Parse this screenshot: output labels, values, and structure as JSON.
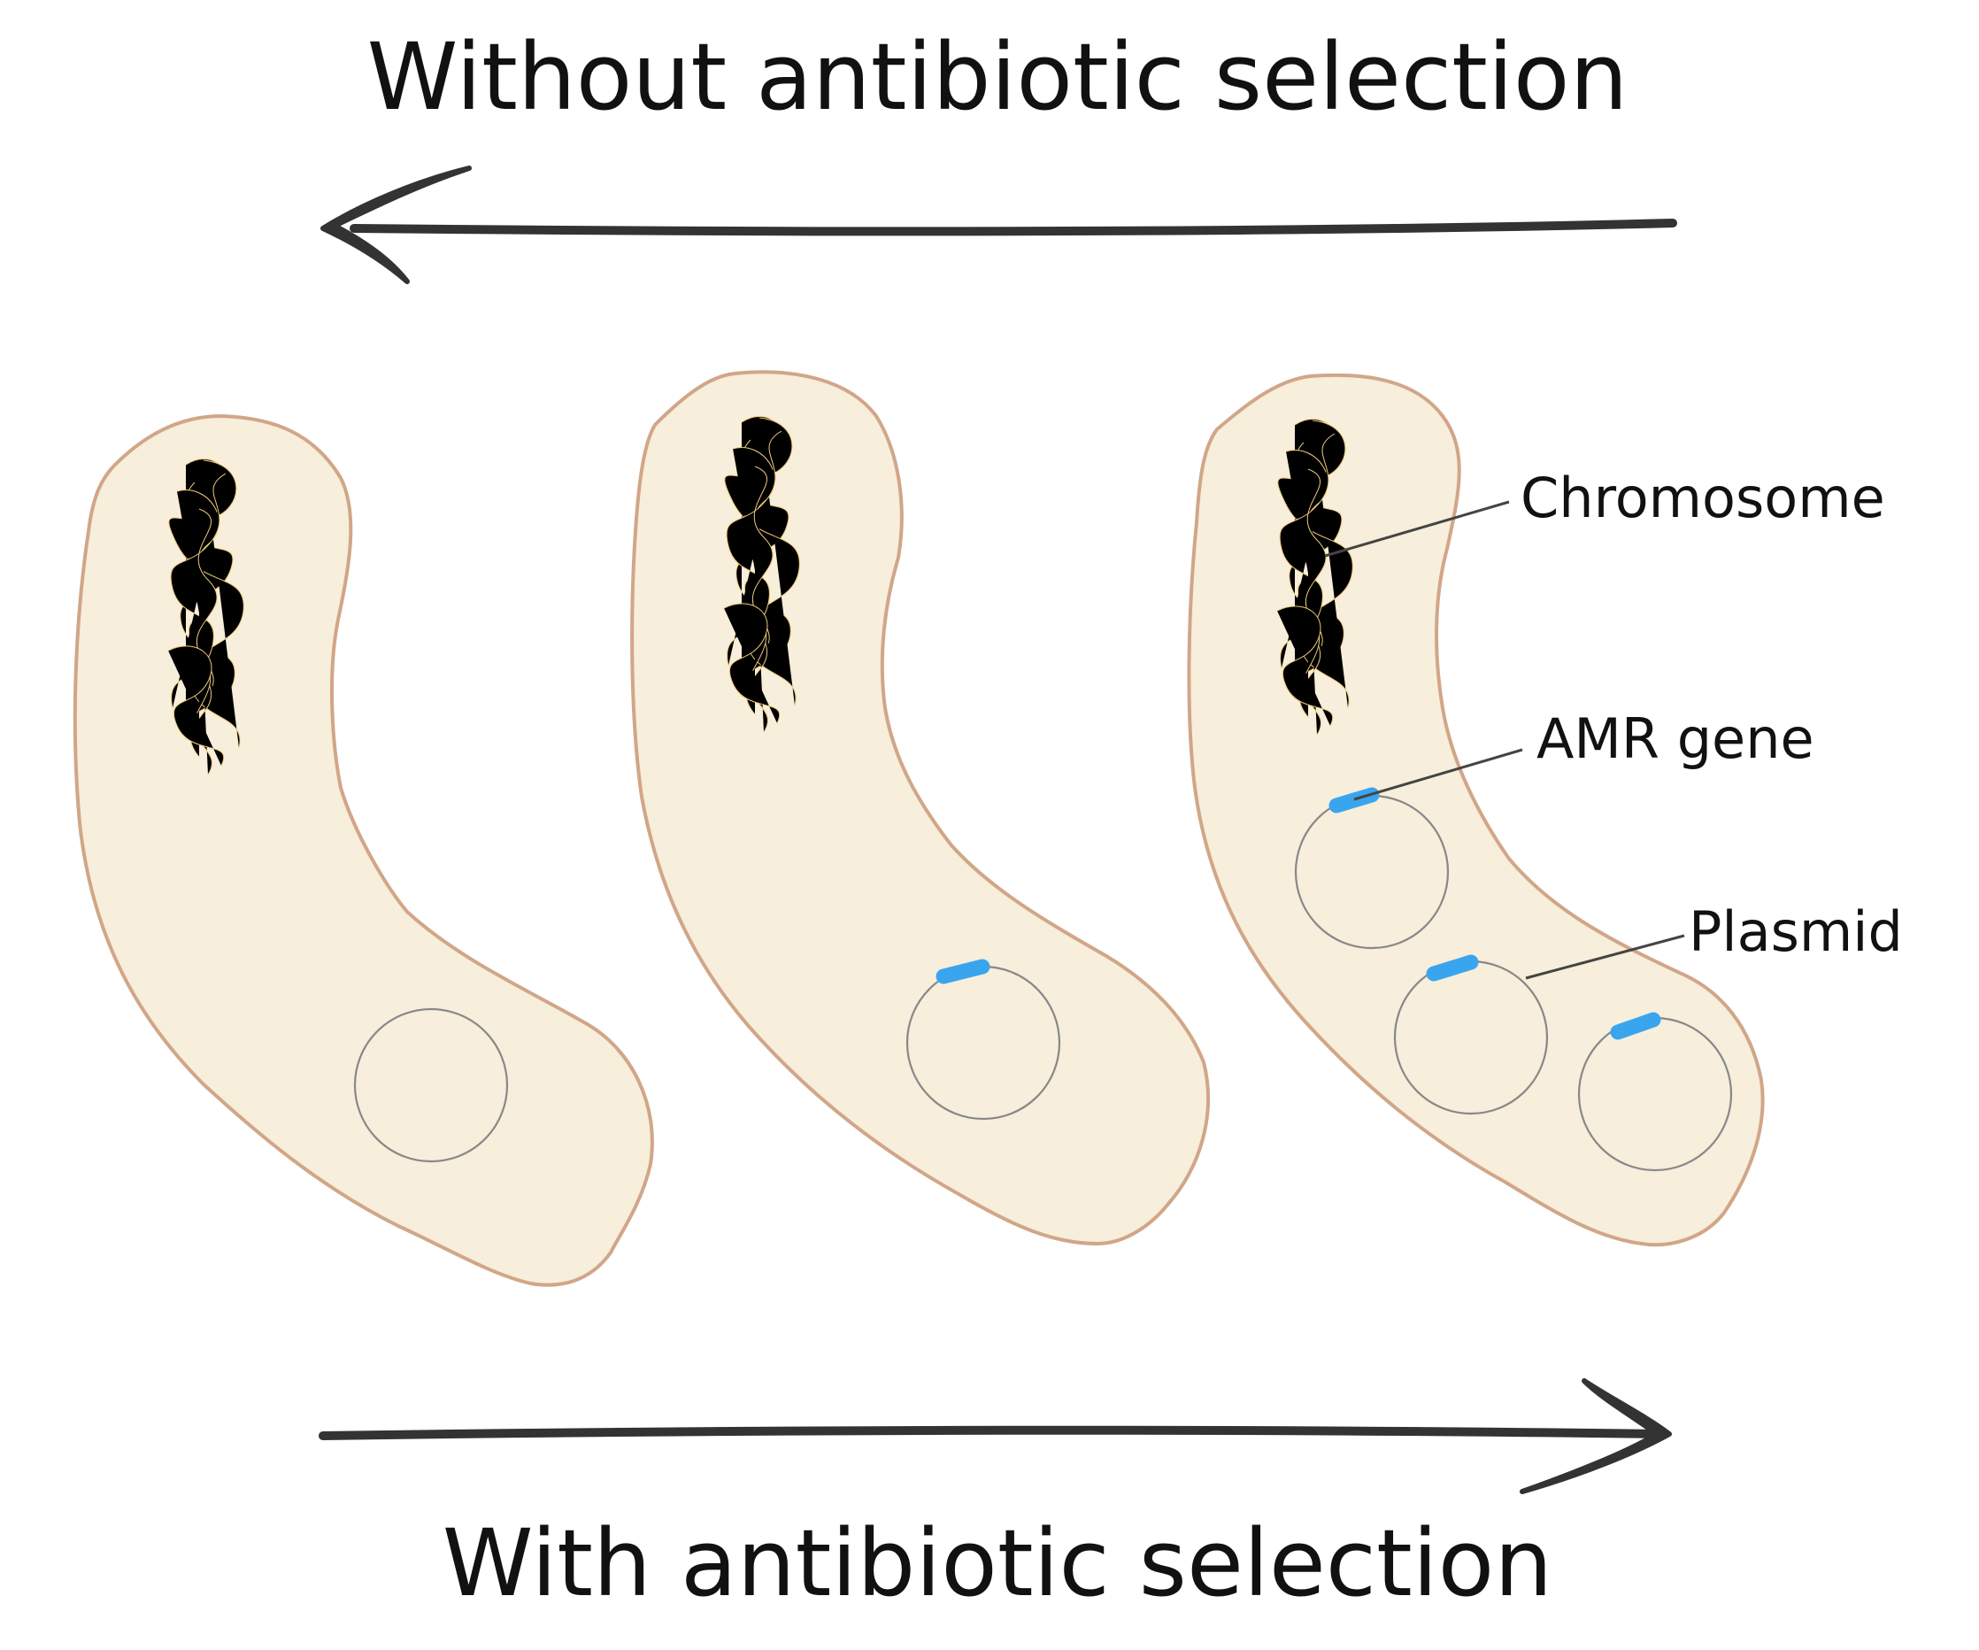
{
  "titles": {
    "top": "Without antibiotic selection",
    "bottom": "With antibiotic selection"
  },
  "labels": {
    "chromosome": "Chromosome",
    "amr_gene": "AMR gene",
    "plasmid": "Plasmid"
  },
  "colors": {
    "cell_fill": "#f7eedb",
    "cell_stroke": "#d1a688",
    "chromosome": "#ecc97a",
    "plasmid": "#888888",
    "amr_gene": "#3aa5ef",
    "arrow": "#333333",
    "text": "#111111"
  }
}
